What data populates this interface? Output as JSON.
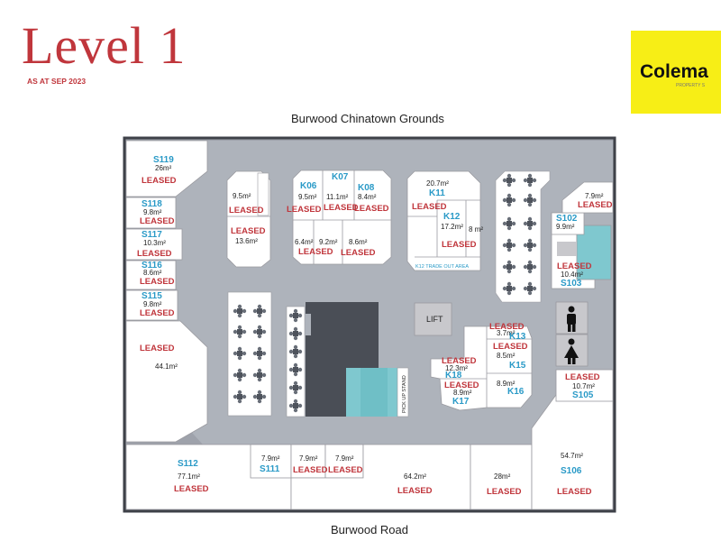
{
  "header": {
    "title": "Level 1",
    "subtitle": "AS AT SEP 2023"
  },
  "logo": {
    "text": "Colema",
    "sub": "PROPERTY S"
  },
  "streets": {
    "top": "Burwood Chinatown Grounds",
    "bottom": "Burwood Road"
  },
  "map": {
    "lift": "LIFT",
    "tradeout": "K12 TRADE OUT AREA",
    "pickup": "PICK UP STAND",
    "units": {
      "s119": {
        "code": "S119",
        "area": "26m²",
        "status": "LEASED"
      },
      "s118": {
        "code": "S118",
        "area": "9.8m²",
        "status": "LEASED"
      },
      "s117": {
        "code": "S117",
        "area": "10.3m²",
        "status": "LEASED"
      },
      "s116": {
        "code": "S116",
        "area": "8.6m²",
        "status": "LEASED"
      },
      "s115": {
        "code": "S115",
        "area": "9.8m²",
        "status": "LEASED"
      },
      "w441": {
        "area": "44.1m²",
        "status": "LEASED"
      },
      "s112": {
        "code": "S112",
        "area": "77.1m²",
        "status": "LEASED"
      },
      "s111": {
        "code": "S111",
        "area": "7.9m²"
      },
      "b79a": {
        "area": "7.9m²",
        "status": "LEASED"
      },
      "b79b": {
        "area": "7.9m²",
        "status": "LEASED"
      },
      "b642": {
        "area": "64.2m²",
        "status": "LEASED"
      },
      "b28": {
        "area": "28m²",
        "status": "LEASED"
      },
      "s106": {
        "code": "S106",
        "area": "54.7m²",
        "status": "LEASED"
      },
      "s105": {
        "code": "S105",
        "area": "10.7m²",
        "status": "LEASED"
      },
      "s103": {
        "code": "S103",
        "area": "10.4m²",
        "status": "LEASED"
      },
      "s102": {
        "code": "S102",
        "area": "9.9m²"
      },
      "e79": {
        "area": "7.9m²",
        "status": "LEASED"
      },
      "u95": {
        "area": "9.5m²",
        "status": "LEASED"
      },
      "u136": {
        "area": "13.6m²",
        "status": "LEASED"
      },
      "k06": {
        "code": "K06",
        "area": "9.5m²",
        "status": "LEASED"
      },
      "k07": {
        "code": "K07",
        "area": "11.1m²",
        "status": "LEASED"
      },
      "k08": {
        "code": "K08",
        "area": "8.4m²",
        "status": "LEASED"
      },
      "r64": {
        "area": "6.4m²"
      },
      "r92": {
        "area": "9.2m²",
        "status": "LEASED"
      },
      "r86": {
        "area": "8.6m²",
        "status": "LEASED"
      },
      "k11": {
        "code": "K11",
        "area": "20.7m²",
        "status": "LEASED"
      },
      "k12": {
        "code": "K12",
        "area": "17.2m²",
        "status": "LEASED"
      },
      "k12b": {
        "area": "8 m²"
      },
      "k13": {
        "code": "K13",
        "area": "3.7m²",
        "status": "LEASED"
      },
      "k15": {
        "code": "K15",
        "area": "8.5m²",
        "status": "LEASED"
      },
      "k16": {
        "code": "K16",
        "area": "8.9m²"
      },
      "k17": {
        "code": "K17",
        "area": "8.9m²",
        "status": "LEASED"
      },
      "k18": {
        "code": "K18",
        "area": "12.3m²",
        "status": "LEASED"
      }
    }
  }
}
